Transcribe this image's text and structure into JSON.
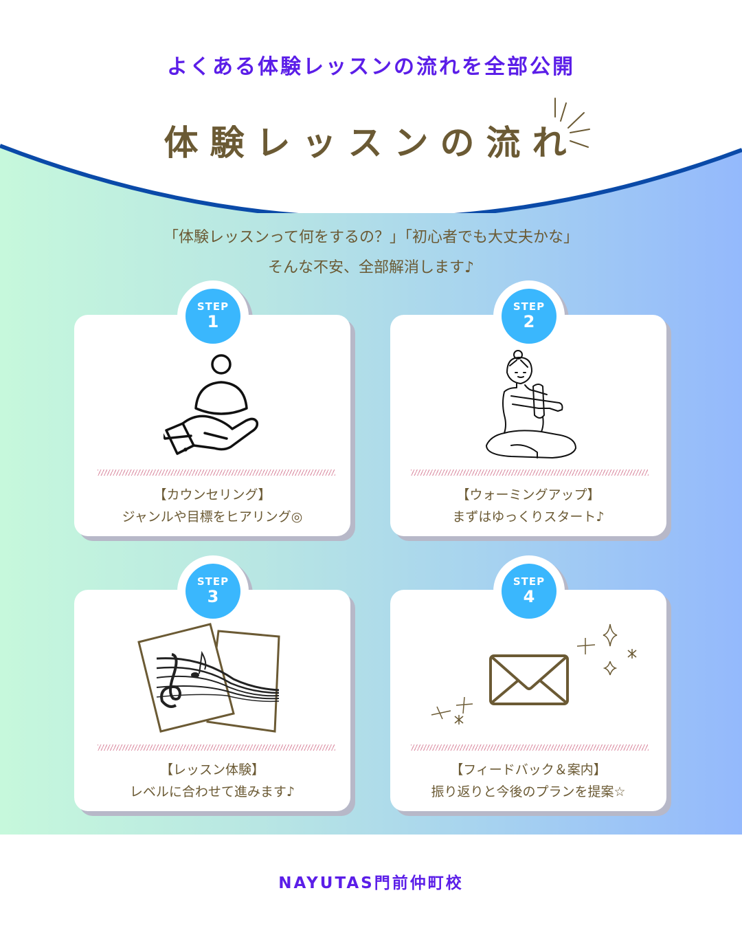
{
  "header": {
    "subtitle": "よくある体験レッスンの流れを全部公開",
    "title": "体験レッスンの流れ"
  },
  "intro": {
    "line1": "「体験レッスンって何をするの？」「初心者でも大丈夫かな」",
    "line2": "そんな不安、全部解消します♪"
  },
  "steps": [
    {
      "step_label": "STEP",
      "number": "1",
      "title": "【カウンセリング】",
      "description": "ジャンルや目標をヒアリング◎",
      "icon": "hand-holding-person-icon"
    },
    {
      "step_label": "STEP",
      "number": "2",
      "title": "【ウォーミングアップ】",
      "description": "まずはゆっくりスタート♪",
      "icon": "stretching-woman-icon"
    },
    {
      "step_label": "STEP",
      "number": "3",
      "title": "【レッスン体験】",
      "description": "レベルに合わせて進みます♪",
      "icon": "sheet-music-icon"
    },
    {
      "step_label": "STEP",
      "number": "4",
      "title": "【フィードバック＆案内】",
      "description": "振り返りと今後のプランを提案☆",
      "icon": "envelope-sparkle-icon"
    }
  ],
  "footer": {
    "school_name": "NAYUTAS門前仲町校"
  },
  "colors": {
    "accent_purple": "#5b1ee8",
    "title_brown": "#6b5a34",
    "badge_blue": "#3ab7fd",
    "wave_blue": "#0a4aa8",
    "gradient_left": "#c6f8dc",
    "gradient_right": "#94b9fc"
  }
}
